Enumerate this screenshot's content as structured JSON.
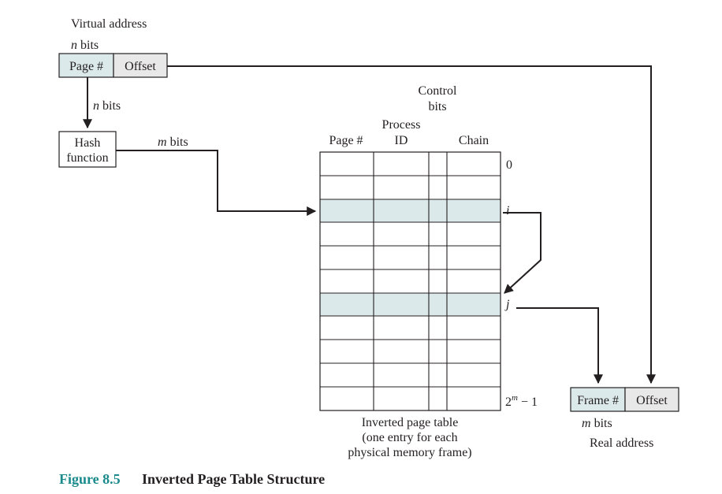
{
  "virtual_address": {
    "title": "Virtual address",
    "n_bits_label_italic": "n",
    "n_bits_label_rest": " bits",
    "page_label": "Page #",
    "offset_label": "Offset"
  },
  "hash": {
    "arrow_label_italic": "n",
    "arrow_label_rest": " bits",
    "line1": "Hash",
    "line2": "function",
    "out_label_italic": "m",
    "out_label_rest": " bits"
  },
  "table": {
    "control_bits_line1": "Control",
    "control_bits_line2": "bits",
    "process_id_line1": "Process",
    "process_id_line2": "ID",
    "page_header": "Page #",
    "chain_header": "Chain",
    "row_label_0": "0",
    "row_label_i": "i",
    "row_label_j": "j",
    "row_label_last_base": "2",
    "row_label_last_sup": "m",
    "row_label_last_rest": " − 1",
    "caption_line1": "Inverted page table",
    "caption_line2": "(one entry for each",
    "caption_line3": "physical memory frame)",
    "highlight_color": "#dce9ea"
  },
  "real_address": {
    "frame_label": "Frame #",
    "offset_label": "Offset",
    "m_bits_italic": "m",
    "m_bits_rest": " bits",
    "title": "Real address"
  },
  "figure": {
    "number": "Figure 8.5",
    "title": "Inverted Page Table Structure",
    "number_color": "#1a8a8c"
  }
}
